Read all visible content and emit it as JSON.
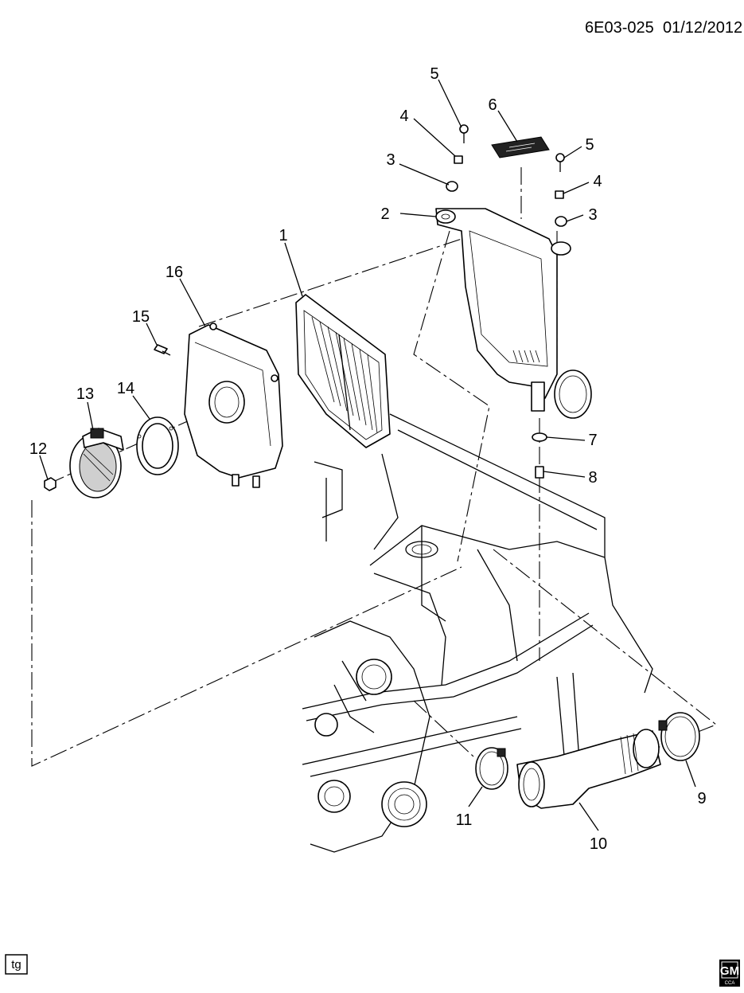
{
  "header": {
    "code": "6E03-025",
    "date": "01/12/2012"
  },
  "callouts": [
    {
      "number": "1"
    },
    {
      "number": "2"
    },
    {
      "number": "3"
    },
    {
      "number": "3"
    },
    {
      "number": "4"
    },
    {
      "number": "4"
    },
    {
      "number": "5"
    },
    {
      "number": "5"
    },
    {
      "number": "6"
    },
    {
      "number": "7"
    },
    {
      "number": "8"
    },
    {
      "number": "9"
    },
    {
      "number": "10"
    },
    {
      "number": "11"
    },
    {
      "number": "12"
    },
    {
      "number": "13"
    },
    {
      "number": "14"
    },
    {
      "number": "15"
    },
    {
      "number": "16"
    }
  ],
  "footer": {
    "tag": "tg",
    "logo": "GM",
    "logo_sub": "CCA"
  }
}
